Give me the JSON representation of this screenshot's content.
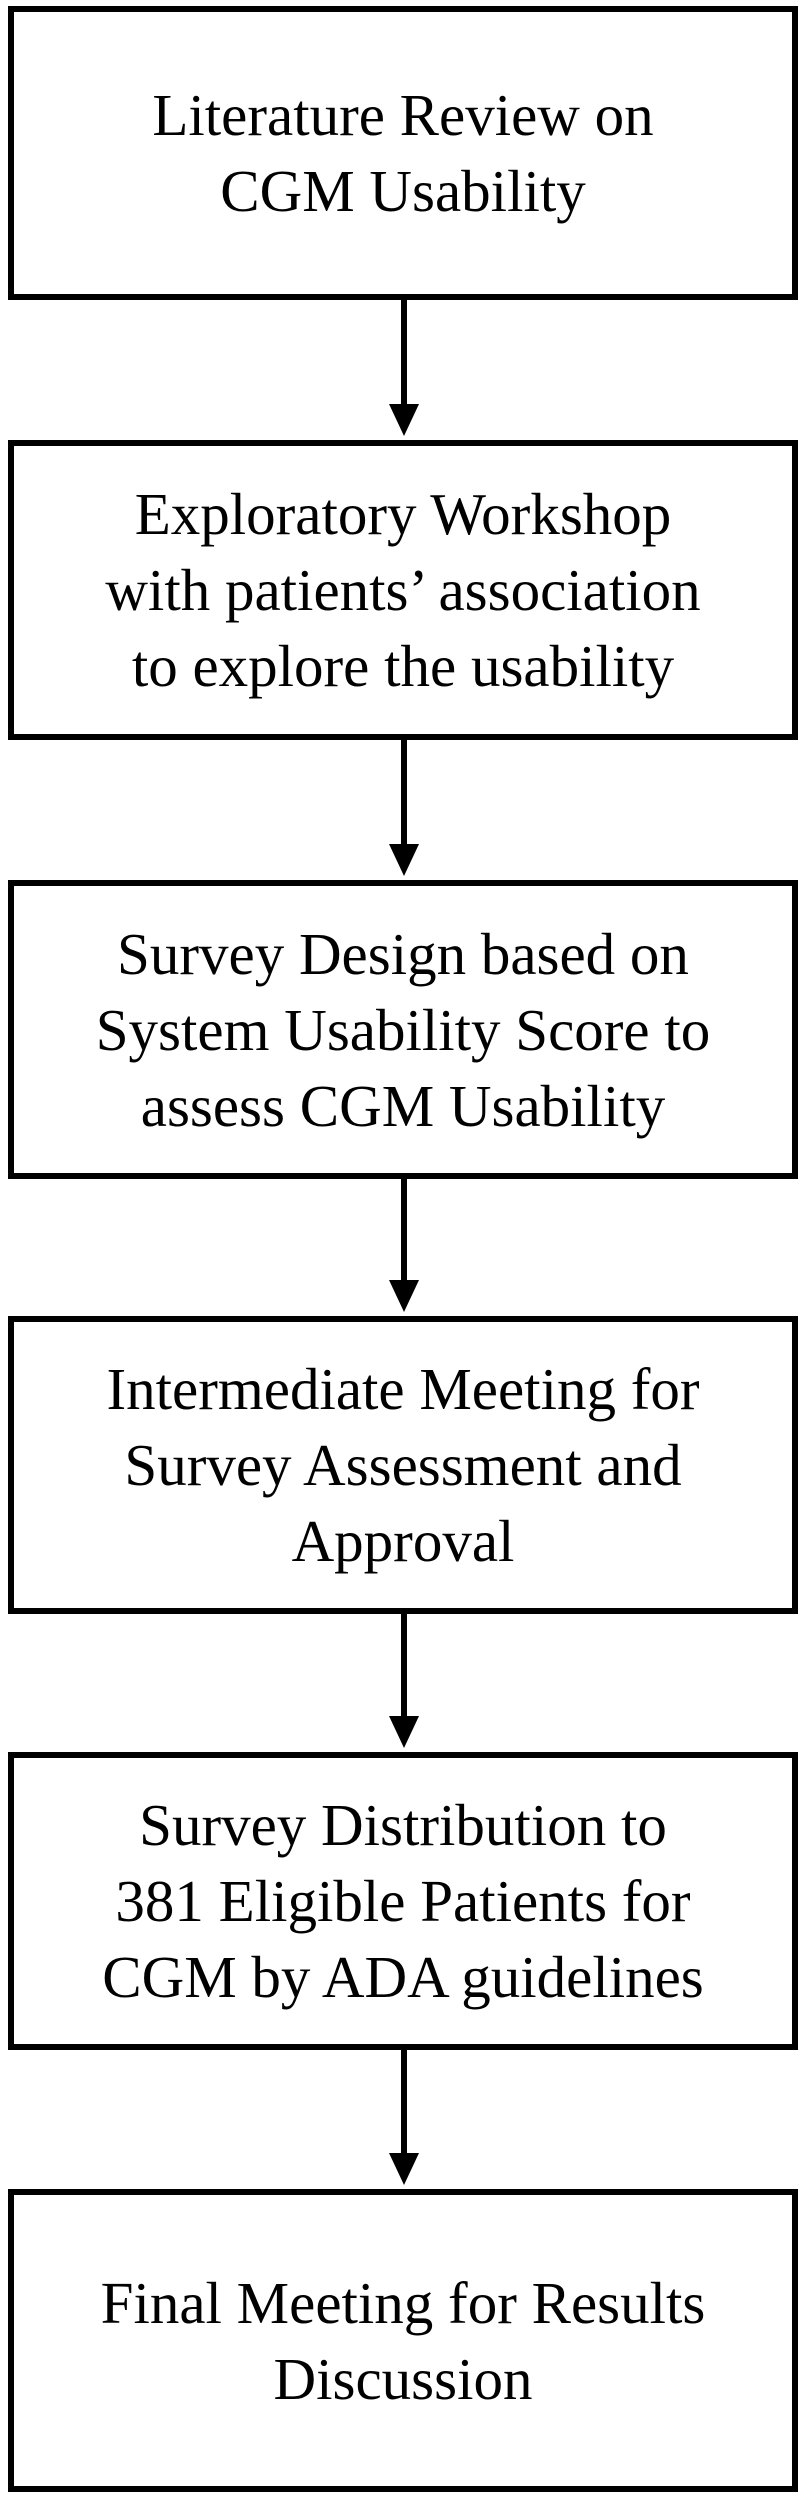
{
  "flowchart": {
    "steps": [
      {
        "lines": [
          "Literature Review on",
          "CGM Usability"
        ]
      },
      {
        "lines": [
          "Exploratory Workshop",
          "with patients’ association",
          "to explore the usability"
        ]
      },
      {
        "lines": [
          "Survey Design based on",
          "System Usability Score to",
          "assess CGM Usability"
        ]
      },
      {
        "lines": [
          "Intermediate Meeting for",
          "Survey Assessment and",
          "Approval"
        ]
      },
      {
        "lines": [
          "Survey Distribution to",
          "381 Eligible Patients for",
          "CGM by ADA guidelines"
        ]
      },
      {
        "lines": [
          "Final Meeting for Results",
          "Discussion"
        ]
      }
    ]
  }
}
